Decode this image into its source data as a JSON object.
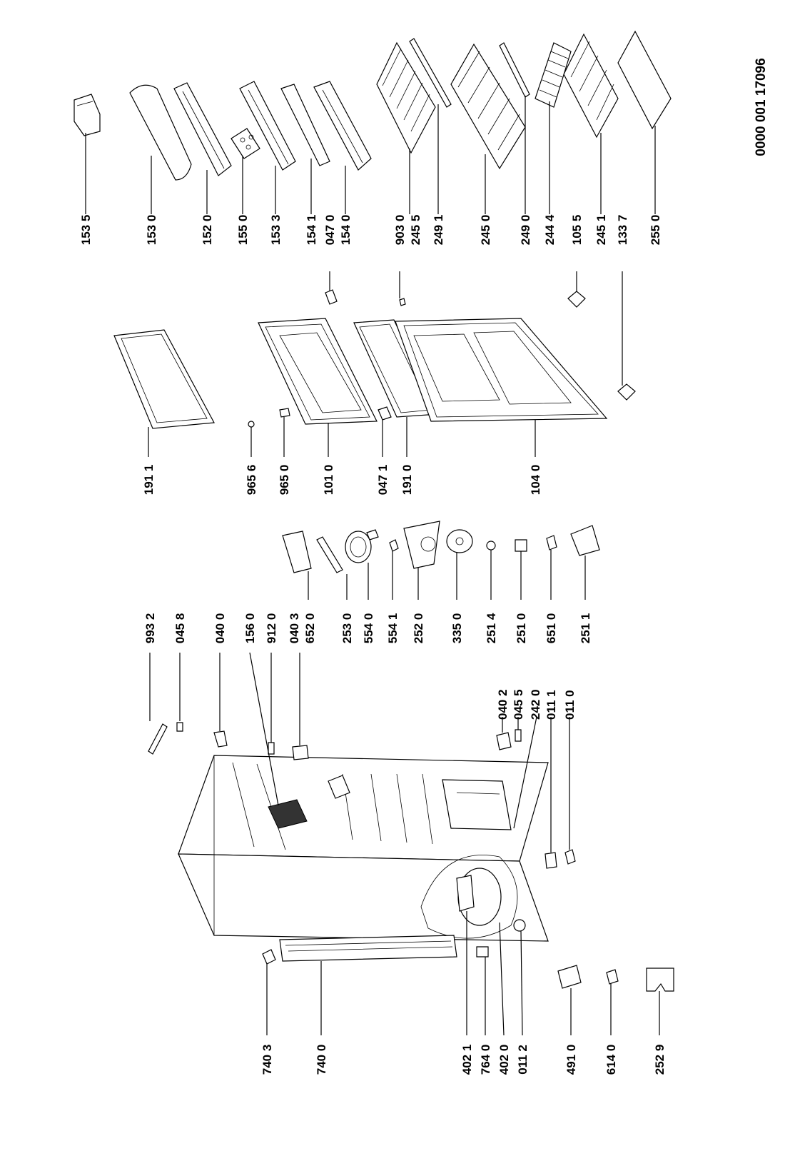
{
  "document_number": "0000 001 17096",
  "parts": {
    "p1535": "153 5",
    "p1530": "153 0",
    "p1520": "152 0",
    "p1550": "155 0",
    "p1533": "153 3",
    "p1541": "154 1",
    "p0470": "047 0",
    "p1540": "154 0",
    "p9030": "903 0",
    "p2455": "245 5",
    "p2491": "249 1",
    "p2450": "245 0",
    "p2490": "249 0",
    "p2444": "244 4",
    "p1055": "105 5",
    "p2451": "245 1",
    "p1337": "133 7",
    "p2550": "255 0",
    "p1911": "191 1",
    "p9656": "965 6",
    "p9650": "965 0",
    "p1010": "101 0",
    "p0471": "047 1",
    "p1910": "191 0",
    "p1040": "104 0",
    "p9932": "993 2",
    "p0458": "045 8",
    "p0400": "040 0",
    "p1560": "156 0",
    "p9120": "912 0",
    "p0403": "040 3",
    "p6520": "652 0",
    "p2530": "253 0",
    "p5540": "554 0",
    "p5541": "554 1",
    "p2520": "252 0",
    "p3350": "335 0",
    "p2514": "251 4",
    "p2510": "251 0",
    "p6510": "651 0",
    "p2511": "251 1",
    "p0402": "040 2",
    "p0455": "045 5",
    "p2420": "242 0",
    "p0111": "011 1",
    "p0110": "011 0",
    "p7403": "740 3",
    "p7400": "740 0",
    "p4021": "402 1",
    "p7640": "764 0",
    "p4020": "402 0",
    "p0112": "011 2",
    "p4910": "491 0",
    "p6140": "614 0",
    "p2529": "252 9"
  }
}
